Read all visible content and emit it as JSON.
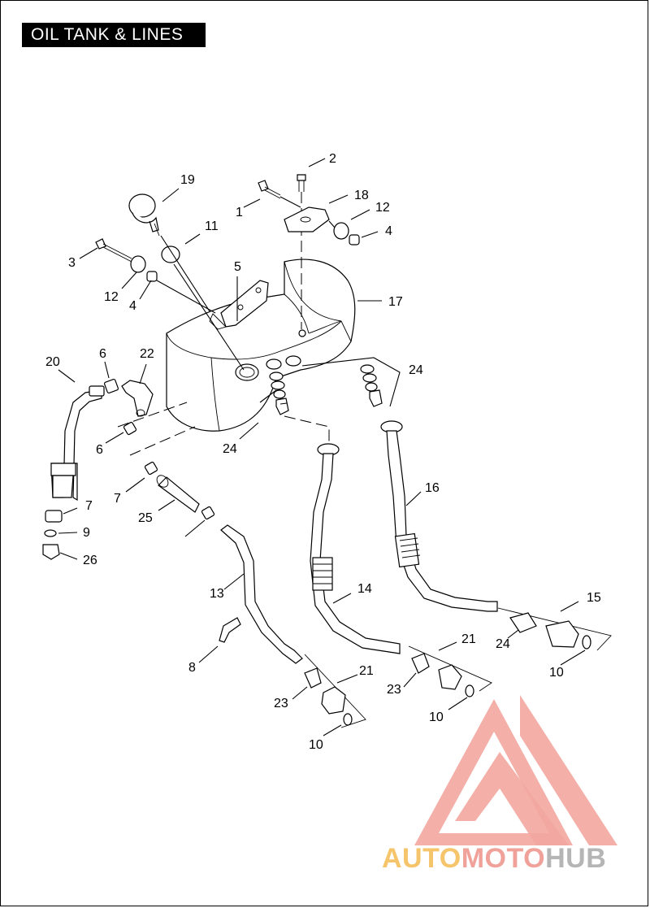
{
  "header": {
    "title": "OIL TANK & LINES"
  },
  "callouts": [
    "1",
    "2",
    "3",
    "4",
    "4",
    "5",
    "6",
    "6",
    "7",
    "7",
    "8",
    "9",
    "10",
    "10",
    "10",
    "11",
    "12",
    "12",
    "13",
    "14",
    "15",
    "16",
    "17",
    "18",
    "19",
    "20",
    "21",
    "21",
    "22",
    "23",
    "23",
    "24",
    "24",
    "24",
    "24",
    "25",
    "26"
  ],
  "watermark": {
    "part1": "AUTO",
    "part2": "MOTO",
    "part3": "HUB",
    "color_primary": "#f0a29a",
    "color_secondary": "#f6c46a",
    "color_gray": "#b5b5b5"
  }
}
